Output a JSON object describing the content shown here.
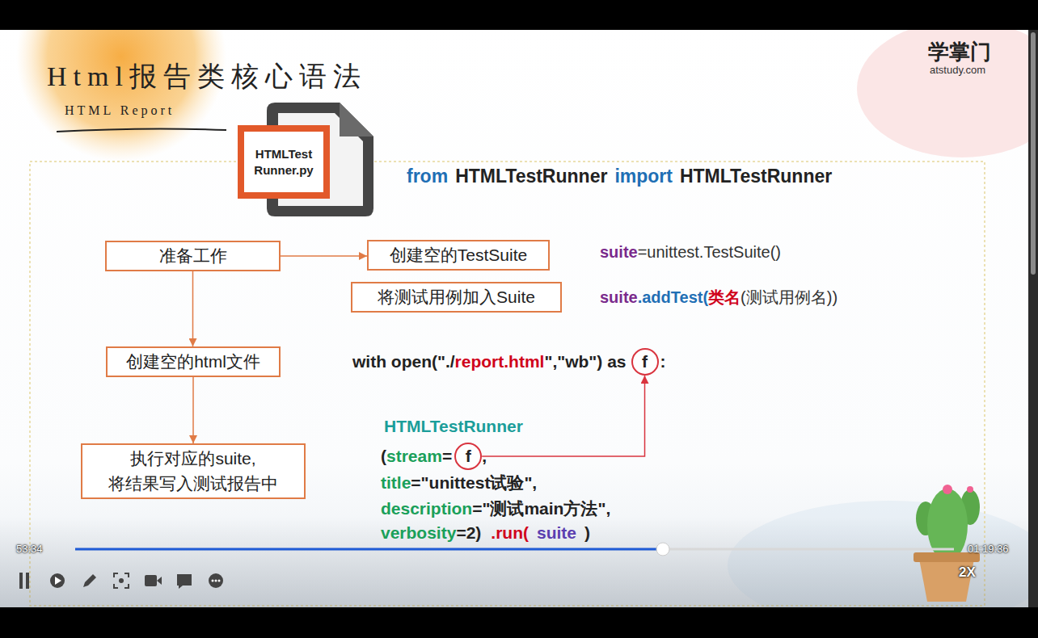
{
  "diagram": {
    "title": "Html报告类核心语法",
    "nodes": [
      {
        "text": [
          "HTMLTest Runner.py"
        ]
      },
      {
        "text": [
          "准备工作"
        ]
      },
      {
        "text": [
          "创建空的TestSuite"
        ]
      },
      {
        "text": [
          "将测试用例加入Suite"
        ]
      },
      {
        "text": [
          "创建空的html文件"
        ]
      },
      {
        "text": [
          "执行对应的suite, 将结果写入测试报告中"
        ]
      },
      {
        "text": [
          "f"
        ]
      },
      {
        "text": [
          "f"
        ]
      }
    ],
    "edges": [
      {
        "from": 1,
        "to": 2,
        "arrow": "to"
      },
      {
        "from": 1,
        "to": 4,
        "arrow": "to"
      },
      {
        "from": 4,
        "to": 5,
        "arrow": "to"
      },
      {
        "from": 7,
        "to": 6,
        "arrow": "to"
      }
    ],
    "labels": [
      "HTML Report",
      "学掌门",
      "atstudy.com",
      "from",
      "HTMLTestRunner",
      "import",
      "HTMLTestRunner",
      "suite",
      "=unittest.TestSuite()",
      "suite",
      ".addTest(",
      "类名",
      "(测试用例名))",
      "with open(\"./",
      "report.html",
      "\",\"wb\") as",
      ":",
      "HTMLTestRunner",
      "(",
      "stream",
      "=",
      ",",
      "title",
      "=\"unittest试验\",",
      "description",
      "=\"测试main方法\",",
      "verbosity",
      "=2)",
      ".run(",
      "suite",
      ")",
      "53:34",
      "01:19:36",
      "2X"
    ]
  }
}
